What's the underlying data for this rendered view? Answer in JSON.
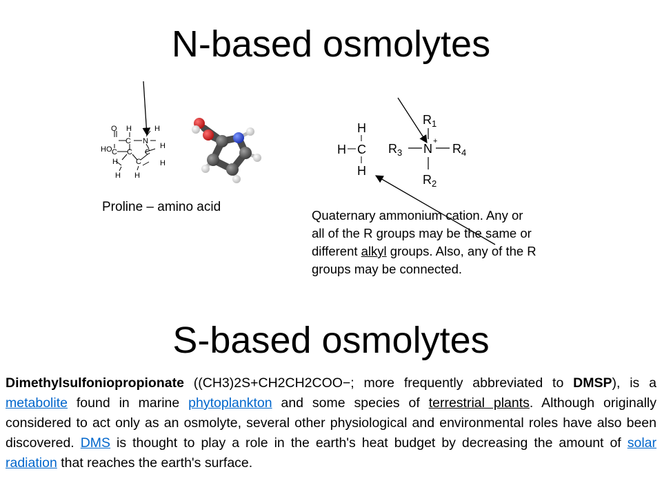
{
  "n_section": {
    "title": "N-based osmolytes",
    "proline_caption": "Proline – amino acid",
    "quat_caption": {
      "part1": "Quaternary ammonium cation. Any or all of the R groups may be the same or different ",
      "alkyl": "alkyl",
      "part2": " groups. Also, any of the R groups may be connected."
    },
    "proline_structure": {
      "atoms": [
        "O",
        "C",
        "H",
        "N",
        "H",
        "HO",
        "C",
        "H",
        "H",
        "C",
        "H",
        "C",
        "H",
        "H",
        "C"
      ]
    },
    "methyl_structure": {
      "h_top": "H",
      "h_left": "H",
      "c": "C",
      "h_bottom": "H"
    },
    "ammonium_structure": {
      "r1": "R",
      "r1_sub": "1",
      "r2": "R",
      "r2_sub": "2",
      "r3": "R",
      "r3_sub": "3",
      "r4": "R",
      "r4_sub": "4",
      "n": "N",
      "charge": "+"
    }
  },
  "s_section": {
    "title": "S-based osmolytes",
    "paragraph": {
      "bold1": "Dimethylsulfoniopropionate",
      "t1": " ((CH3)2S+CH2CH2COO−; more frequently abbreviated to ",
      "bold2": "DMSP",
      "t2": "), is a ",
      "link_metabolite": "metabolite",
      "t3": " found in marine ",
      "link_phytoplankton": "phytoplankton",
      "t4": " and some species of ",
      "u_terrestrial": "terrestrial plants",
      "t5": ". Although originally considered to act only as an osmolyte, several other physiological and environmental roles have also been discovered. ",
      "link_dms": "DMS",
      "t6": " is thought to play a role in the earth's heat budget by decreasing the amount of ",
      "link_solar": "solar radiation",
      "t7": " that reaches the earth's surface."
    }
  },
  "colors": {
    "link": "#0066cc",
    "oxygen": "#d42020",
    "nitrogen": "#2a4be0",
    "carbon": "#555555",
    "hydrogen": "#e8e8e8"
  }
}
